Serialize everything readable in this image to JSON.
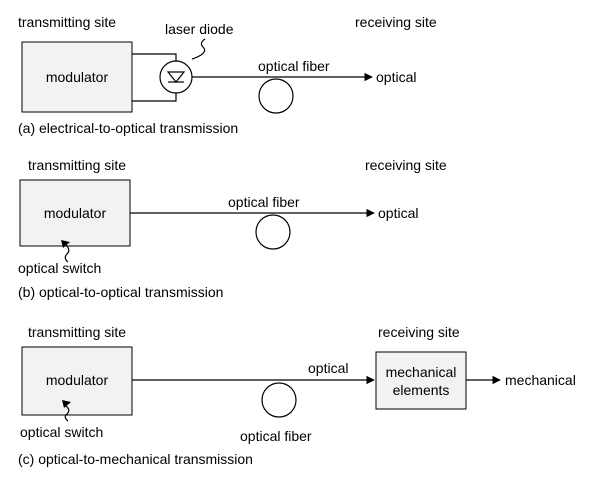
{
  "panel_a": {
    "transmitting_site": "transmitting site",
    "laser_diode": "laser diode",
    "receiving_site": "receiving site",
    "modulator": "modulator",
    "optical_fiber": "optical fiber",
    "output": "optical",
    "caption": "(a)  electrical-to-optical transmission"
  },
  "panel_b": {
    "transmitting_site": "transmitting site",
    "receiving_site": "receiving site",
    "modulator": "modulator",
    "optical_fiber": "optical fiber",
    "output": "optical",
    "optical_switch": "optical switch",
    "caption": "(b)  optical-to-optical transmission"
  },
  "panel_c": {
    "transmitting_site": "transmitting site",
    "receiving_site": "receiving site",
    "modulator": "modulator",
    "optical_label": "optical",
    "mechanical_elements_line1": "mechanical",
    "mechanical_elements_line2": "elements",
    "output": "mechanical",
    "optical_switch": "optical switch",
    "optical_fiber": "optical fiber",
    "caption": "(c)  optical-to-mechanical transmission"
  }
}
